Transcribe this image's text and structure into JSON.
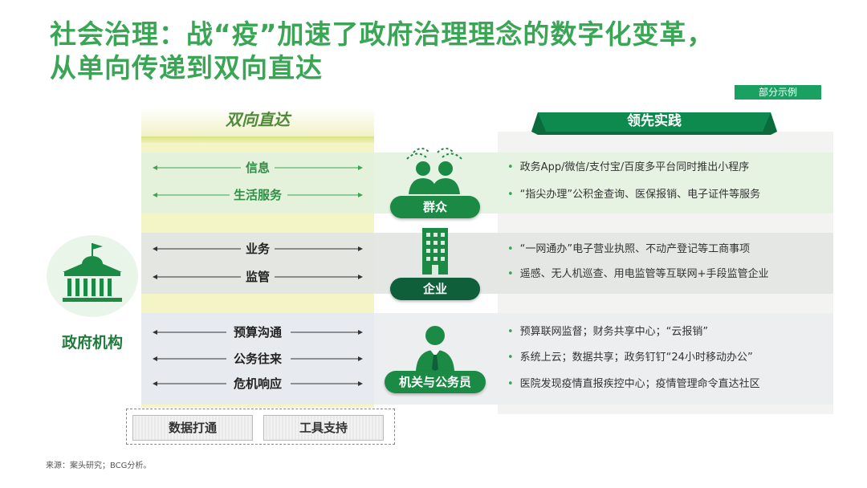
{
  "title": {
    "line1": "社会治理：战“疫”加速了政府治理理念的数字化变革，",
    "line2": "从单向传递到双向直达"
  },
  "tag": "部分示例",
  "bidirectional_label": "双向直达",
  "leading_practice_label": "领先实践",
  "government": {
    "label": "政府机构"
  },
  "groups": [
    {
      "name": "群众",
      "channels": [
        "信息",
        "生活服务"
      ],
      "practices": [
        "政务App/微信/支付宝/百度多平台同时推出小程序",
        "“指尖办理”公积金查询、医保报销、电子证件等服务"
      ]
    },
    {
      "name": "企业",
      "channels": [
        "业务",
        "监管"
      ],
      "practices": [
        "“一网通办”电子营业执照、不动产登记等工商事项",
        "遥感、无人机巡查、用电监管等互联网+手段监管企业"
      ]
    },
    {
      "name": "机关与公务员",
      "channels": [
        "预算沟通",
        "公务往来",
        "危机响应"
      ],
      "practices": [
        "预算联网监督；财务共享中心；“云报销”",
        "系统上云；数据共享；政务钉钉“24小时移动办公”",
        "医院发现疫情直报疾控中心；疫情管理命令直达社区"
      ]
    }
  ],
  "foundations": [
    "数据打通",
    "工具支持"
  ],
  "source": "来源：案头研究；BCG分析。",
  "colors": {
    "title_green": "#3aa655",
    "accent_green": "#1aa162",
    "dark_green": "#1f7a3c",
    "pale_yellow": "#f3f5c6"
  }
}
